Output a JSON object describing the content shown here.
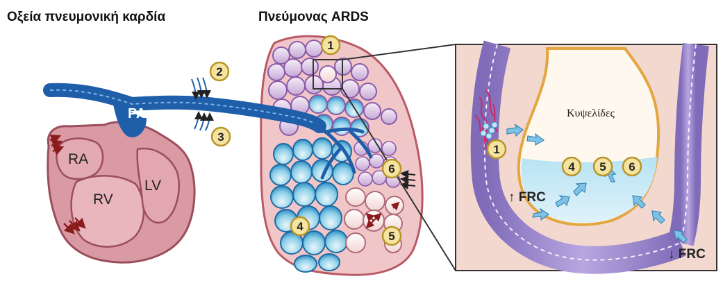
{
  "titles": {
    "left": "Οξεία πνευμονική καρδία",
    "right": "Πνεύμονας ARDS"
  },
  "heart": {
    "pa": "PA",
    "ra": "RA",
    "rv": "RV",
    "lv": "LV"
  },
  "markers": {
    "m1_lung": "1",
    "m2": "2",
    "m3": "3",
    "m4_lung": "4",
    "m5_lung": "5",
    "m6_lung": "6",
    "m1_inset": "1",
    "m4_inset": "4",
    "m5_inset": "5",
    "m6_inset": "6"
  },
  "inset": {
    "alveoli_label": "Κυψελίδες",
    "frc_up": "↑ FRC",
    "frc_down": "↓ FRC"
  },
  "colors": {
    "artery": "#1f5ea8",
    "heart_fill": "#d99aa3",
    "heart_stroke": "#9b4d5b",
    "lung_fill": "#f0c6c8",
    "vessel_purple": "#8f7cc4",
    "marker_fill": "#f5e4a0",
    "marker_stroke": "#b8952a"
  }
}
